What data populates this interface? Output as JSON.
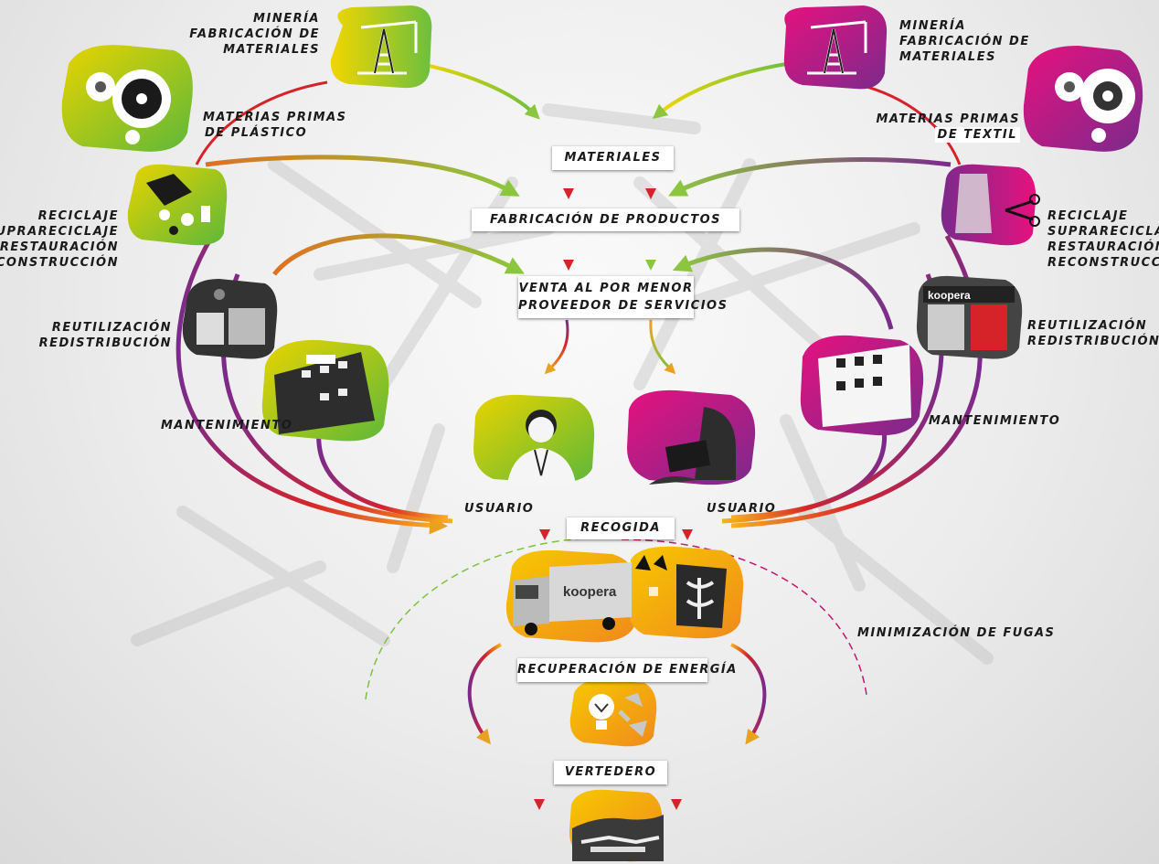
{
  "left": {
    "mining": "MINERÍA",
    "fabrication": "FABRICACIÓN DE",
    "materials": "MATERIALES",
    "raw1": "MATERIAS PRIMAS",
    "raw2": "DE PLÁSTICO",
    "recycle1": "RECICLAJE",
    "recycle2": "SUPRARECICLAJE",
    "recycle3": "RESTAURACIÓN",
    "recycle4": "RECONSTRUCCIÓN",
    "reuse1": "REUTILIZACIÓN",
    "reuse2": "REDISTRIBUCIÓN",
    "maintenance": "MANTENIMIENTO",
    "user": "USUARIO"
  },
  "right": {
    "mining": "MINERÍA",
    "fabrication": "FABRICACIÓN DE",
    "materials": "MATERIALES",
    "raw1": "MATERIAS PRIMAS",
    "raw2": "DE TEXTIL",
    "recycle1": "RECICLAJE",
    "recycle2": "SUPRARECICLAJE",
    "recycle3": "RESTAURACIÓN",
    "recycle4": "RECONSTRUCCIÓN",
    "reuse1": "REUTILIZACIÓN",
    "reuse2": "REDISTRIBUCIÓN",
    "maintenance": "MANTENIMIENTO",
    "user": "USUARIO"
  },
  "center": {
    "materials": "MATERIALES",
    "manufacturing": "FABRICACIÓN DE PRODUCTOS",
    "retail1": "VENTA AL POR MENOR",
    "retail2": "PROVEEDOR DE SERVICIOS",
    "collection": "RECOGIDA",
    "energy": "RECUPERACIÓN DE ENERGÍA",
    "landfill": "VERTEDERO",
    "leakage": "MINIMIZACIÓN DE FUGAS",
    "truck_brand": "koopera",
    "store_brand": "koopera"
  },
  "colors": {
    "green": "#7cc242",
    "yellow": "#f0d400",
    "magenta": "#e0137f",
    "purple": "#7b2d8e",
    "orange": "#f39a1b",
    "red": "#d6232a"
  },
  "icons": [
    "pumpjack-icon",
    "gears-icon",
    "recycled-items-icon",
    "scissors-icon",
    "workshop-photo",
    "store-photo",
    "building-photo",
    "person-photo",
    "truck-photo",
    "container-photo",
    "lightbulb-recycle-icon",
    "landfill-photo"
  ]
}
